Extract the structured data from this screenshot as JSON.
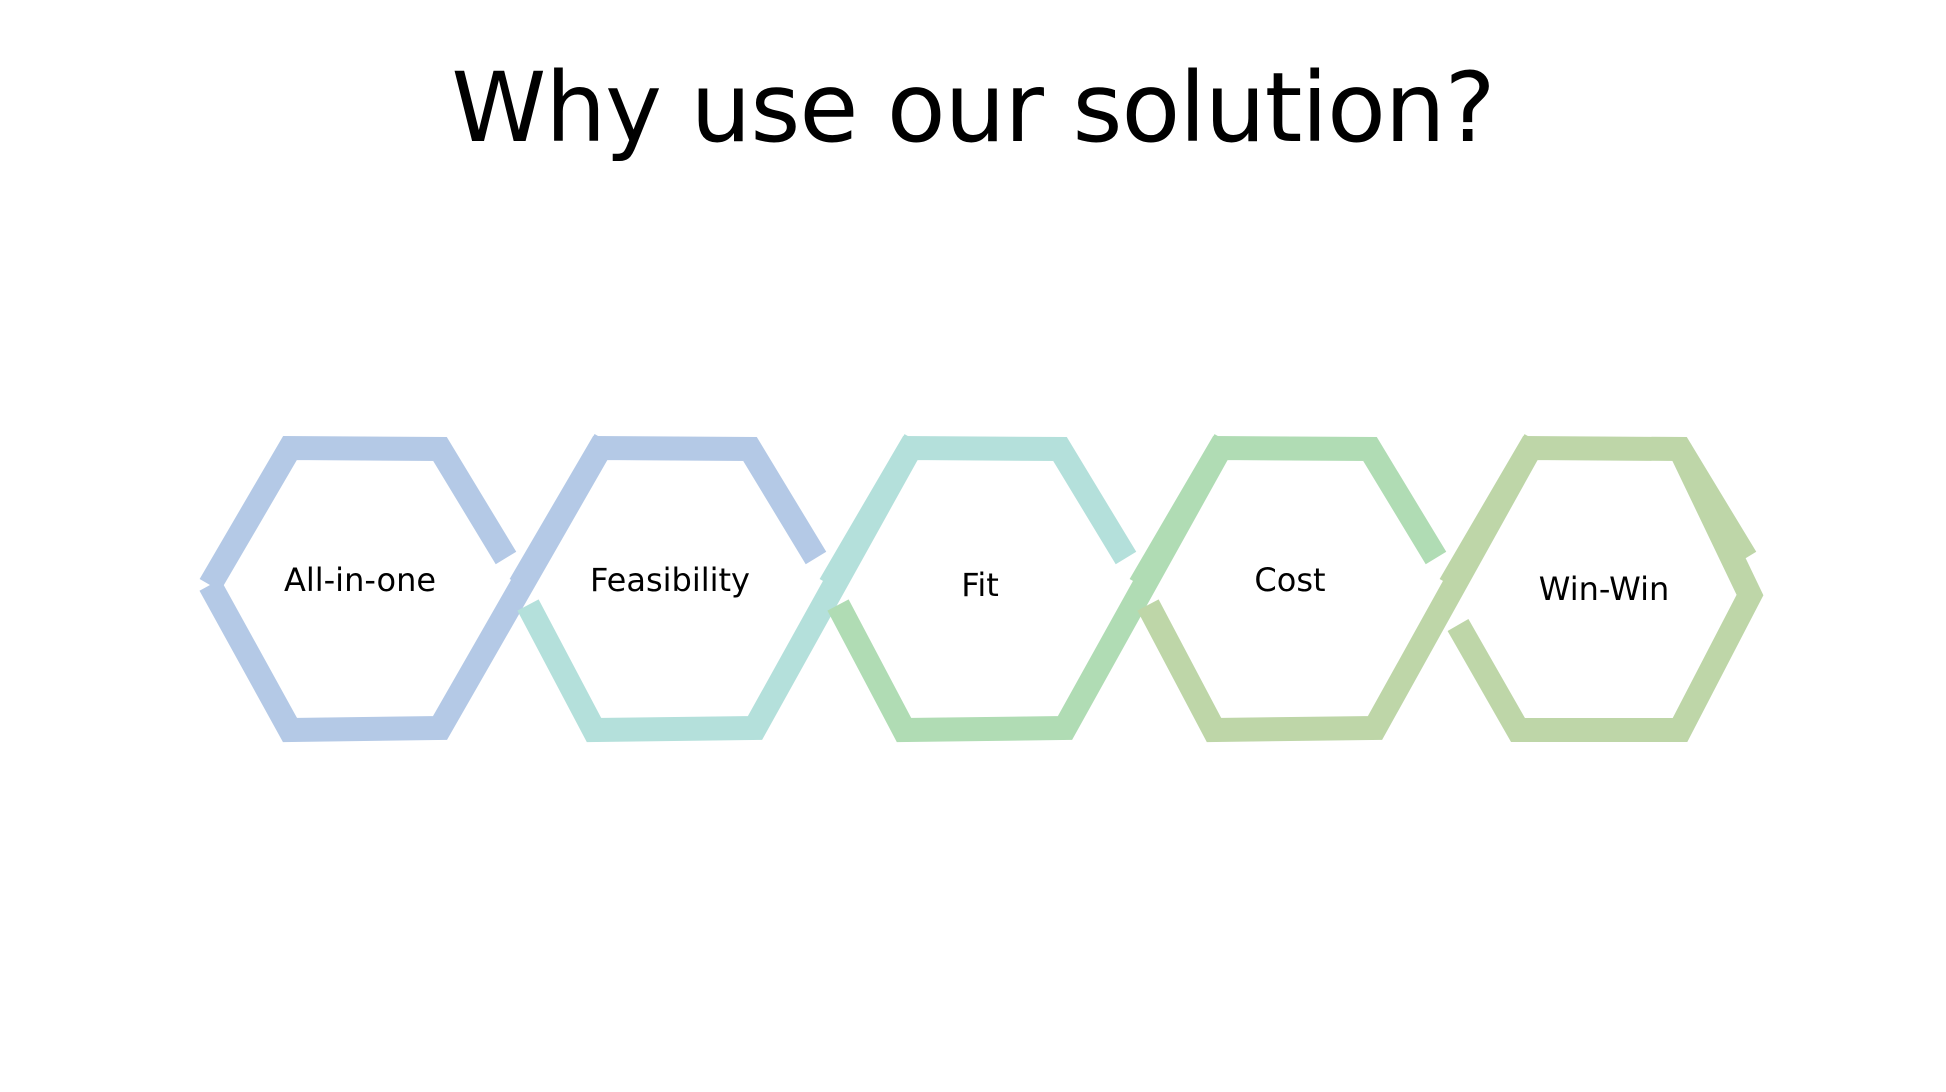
{
  "slide": {
    "title": "Why use our solution?"
  },
  "diagram": {
    "items": [
      {
        "label": "All-in-one",
        "top_color": "#b4c9e6",
        "bottom_color": "#b4c9e6"
      },
      {
        "label": "Feasibility",
        "top_color": "#b4c9e6",
        "bottom_color": "#b4e0db"
      },
      {
        "label": "Fit",
        "top_color": "#b4e0db",
        "bottom_color": "#b0dcb4"
      },
      {
        "label": "Cost",
        "top_color": "#b0dcb4",
        "bottom_color": "#bed6a8"
      },
      {
        "label": "Win-Win",
        "top_color": "#bed6a8",
        "bottom_color": "#bed6a8"
      }
    ]
  }
}
